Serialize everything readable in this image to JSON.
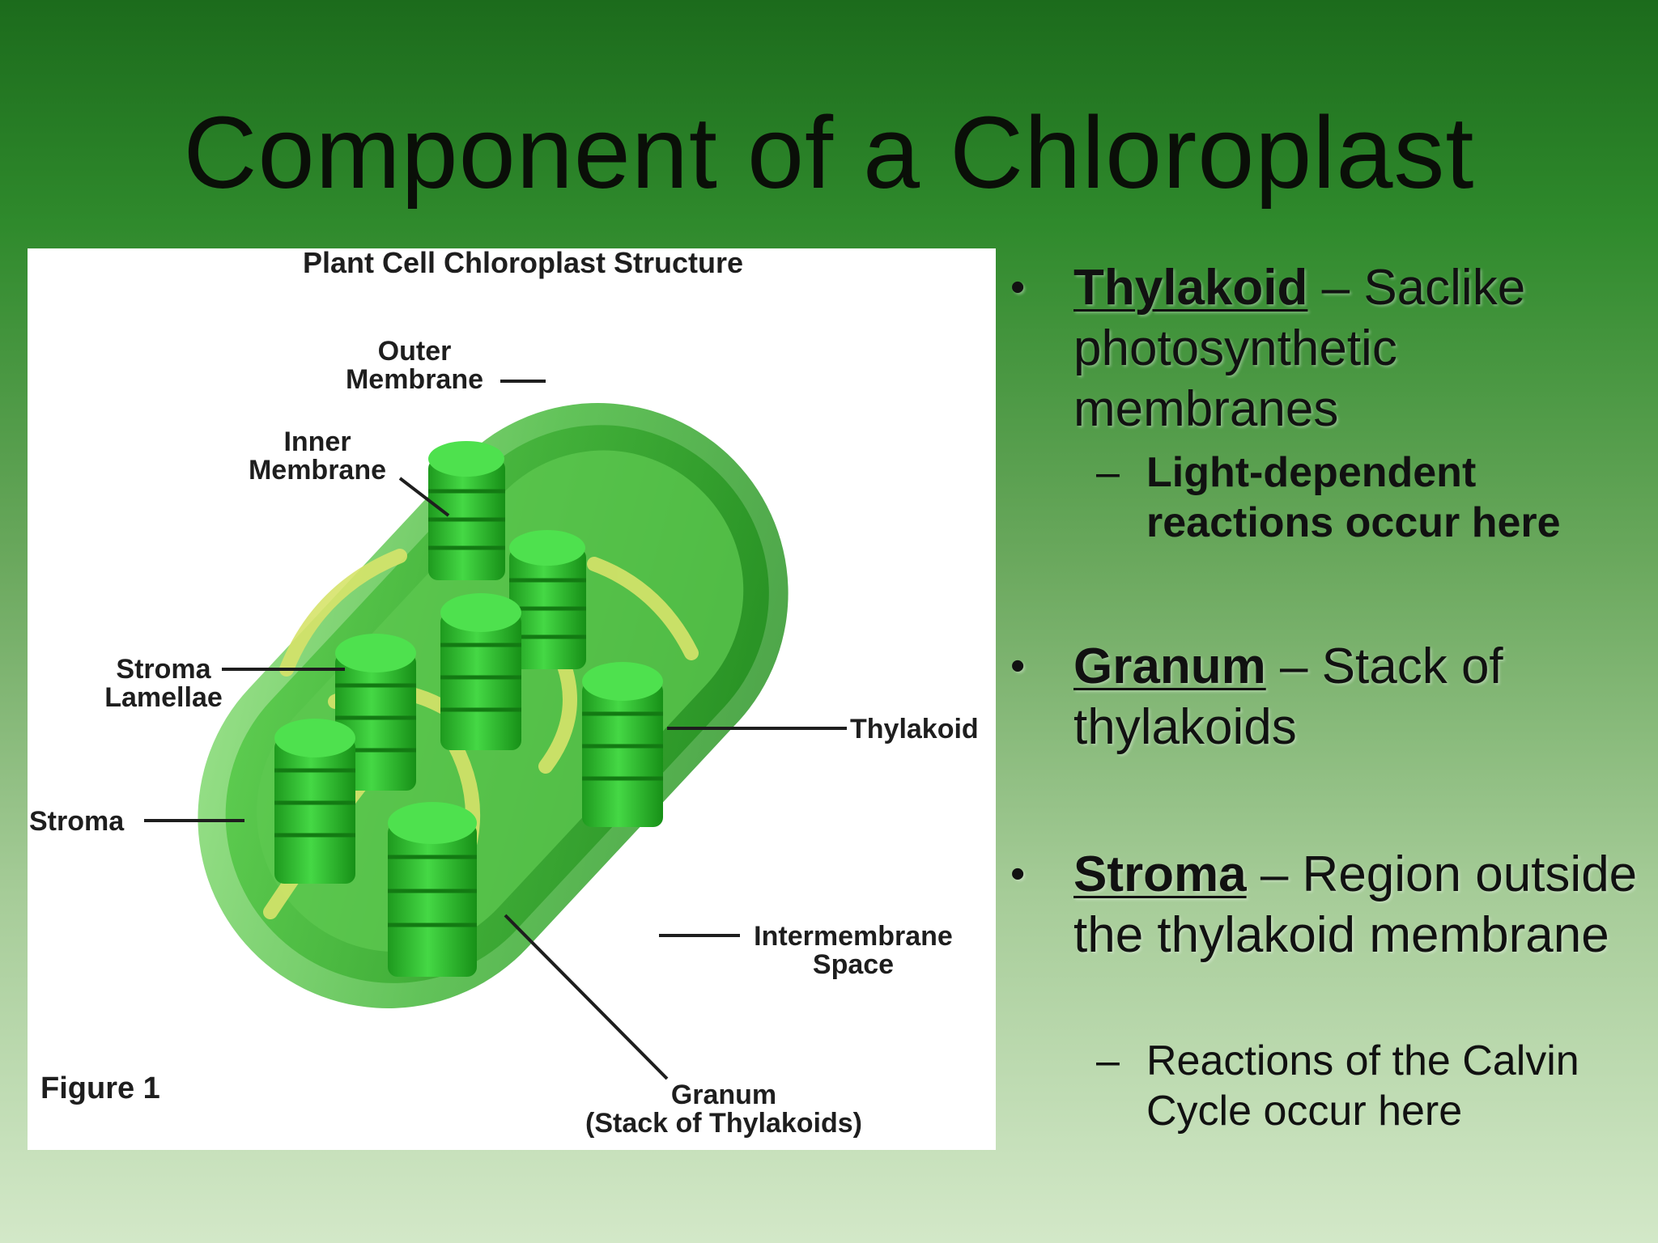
{
  "slide": {
    "title": "Component of a Chloroplast"
  },
  "figure": {
    "title": "Plant Cell Chloroplast Structure",
    "caption": "Figure 1",
    "labels": {
      "outer_membrane_1": "Outer",
      "outer_membrane_2": "Membrane",
      "inner_membrane_1": "Inner",
      "inner_membrane_2": "Membrane",
      "stroma_lamellae_1": "Stroma",
      "stroma_lamellae_2": "Lamellae",
      "stroma": "Stroma",
      "thylakoid": "Thylakoid",
      "intermembrane_1": "Intermembrane",
      "intermembrane_2": "Space",
      "granum_1": "Granum",
      "granum_2": "(Stack of Thylakoids)"
    }
  },
  "bullets": [
    {
      "term": "Thylakoid",
      "rest": " – Saclike photosynthetic membranes",
      "sub": "Light-dependent reactions occur here"
    },
    {
      "term": "Granum",
      "rest": " – Stack of thylakoids"
    },
    {
      "term": "Stroma",
      "rest": " – Region outside the thylakoid membrane",
      "sub": "Reactions of the Calvin Cycle occur here"
    }
  ],
  "symbols": {
    "bullet": "•",
    "dash": "–"
  },
  "colors": {
    "chloroplast_green": "#3fb83a",
    "thylakoid_green": "#28c52a",
    "lamellae_yellow": "#d9e46a"
  }
}
